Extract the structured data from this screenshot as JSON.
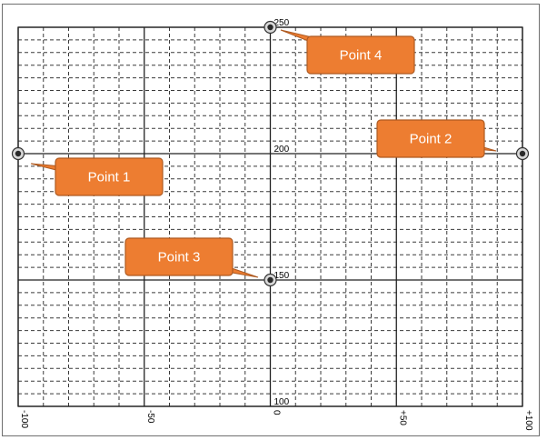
{
  "chart_data": {
    "type": "scatter",
    "xlim": [
      -100,
      100
    ],
    "ylim": [
      100,
      250
    ],
    "x_ticks": [
      {
        "value": -100,
        "label": "-100"
      },
      {
        "value": -50,
        "label": "-50"
      },
      {
        "value": 0,
        "label": "0"
      },
      {
        "value": 50,
        "label": "+50"
      },
      {
        "value": 100,
        "label": "+100"
      }
    ],
    "y_ticks": [
      {
        "value": 100,
        "label": "100"
      },
      {
        "value": 150,
        "label": "150"
      },
      {
        "value": 200,
        "label": "200"
      },
      {
        "value": 250,
        "label": "250"
      }
    ],
    "grid": true,
    "minor_grid": "dashed",
    "callout_color": "#ed7d31",
    "callout_border": "#ae5a21",
    "points": [
      {
        "label": "Point 1",
        "x": -100,
        "y": 200
      },
      {
        "label": "Point 2",
        "x": 100,
        "y": 200
      },
      {
        "label": "Point 3",
        "x": 0,
        "y": 150
      },
      {
        "label": "Point 4",
        "x": 0,
        "y": 250
      }
    ]
  }
}
